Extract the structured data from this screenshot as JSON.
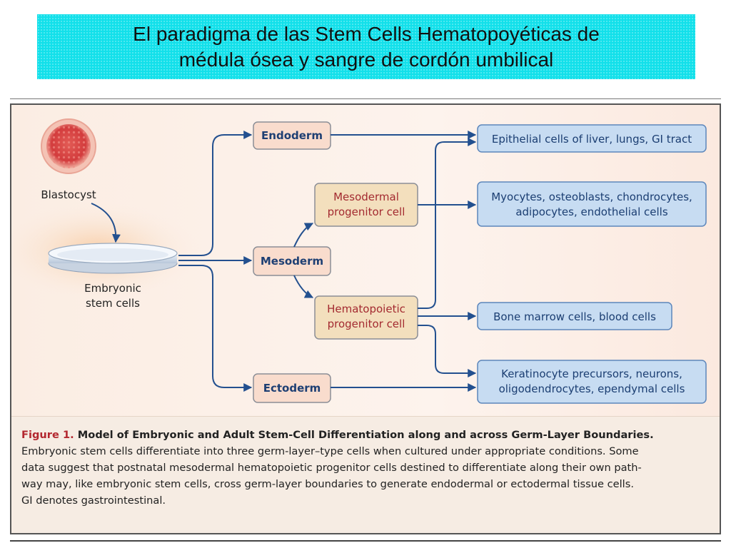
{
  "slide": {
    "title_line1": "El paradigma de las Stem Cells Hematopoyéticas de",
    "title_line2": "médula ósea y sangre de cordón umbilical"
  },
  "diagram": {
    "blastocyst_label": "Blastocyst",
    "embryonic_label_line1": "Embryonic",
    "embryonic_label_line2": "stem cells",
    "germ_layers": {
      "endoderm": "Endoderm",
      "mesoderm": "Mesoderm",
      "ectoderm": "Ectoderm"
    },
    "progenitors": {
      "mesodermal_line1": "Mesodermal",
      "mesodermal_line2": "progenitor cell",
      "hematopoietic_line1": "Hematopoietic",
      "hematopoietic_line2": "progenitor cell"
    },
    "outcomes": {
      "epithelial": "Epithelial cells of liver, lungs, GI tract",
      "myocytes_line1": "Myocytes, osteoblasts, chondrocytes,",
      "myocytes_line2": "adipocytes, endothelial cells",
      "bone_marrow": "Bone marrow cells, blood cells",
      "keratinocyte_line1": "Keratinocyte precursors, neurons,",
      "keratinocyte_line2": "oligodendrocytes, ependymal cells"
    },
    "colors": {
      "arrow": "#23508f",
      "germ_fill": "#f9dccd",
      "germ_text": "#1e3f73",
      "progenitor_fill": "#f3dfbd",
      "progenitor_text": "#a32a30",
      "outcome_fill": "#c7dcf2",
      "outcome_border": "#5c86bb",
      "outcome_text": "#1b3e72"
    }
  },
  "caption": {
    "label": "Figure 1.",
    "heading": "Model of Embryonic and Adult Stem-Cell Differentiation along and across Germ-Layer Boundaries.",
    "line1": "Embryonic stem cells differentiate into three germ-layer–type cells when cultured under appropriate conditions. Some",
    "line2": "data suggest that postnatal mesodermal hematopoietic progenitor cells destined to differentiate along their own path-",
    "line3": "way may, like embryonic stem cells, cross germ-layer boundaries to generate endodermal or ectodermal tissue cells.",
    "line4": "GI denotes gastrointestinal."
  }
}
